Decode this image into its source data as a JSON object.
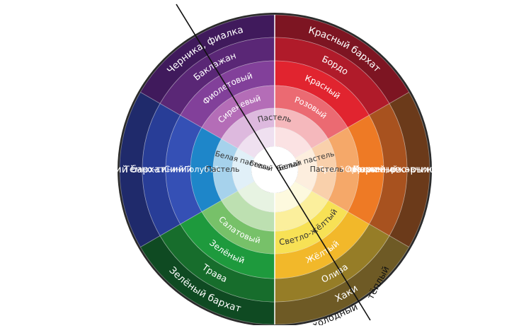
{
  "wheel": {
    "sectors": [
      {
        "id": "purple",
        "label_outer": "Черника, фиалка",
        "label_2": "Баклажан",
        "label_3": "Фиолетовый",
        "label_4": "Сиреневый",
        "colors": [
          "#401a5c",
          "#5a2776",
          "#82409a",
          "#b46db7",
          "#ddb9de",
          "#efe0f0"
        ]
      },
      {
        "id": "red",
        "label_outer": "Красный бархат",
        "label_2": "Бордо",
        "label_3": "Красный",
        "label_4": "Розовый",
        "colors": [
          "#7d1522",
          "#b01b2a",
          "#e1242f",
          "#eb6a72",
          "#f5b8bc",
          "#fbe2e3"
        ]
      },
      {
        "id": "brown",
        "label_outer": "Коричнево-рыжий кирпич",
        "label_2": "Рыжий, ржавчина",
        "label_3": "Оранжевый",
        "label_4": "Яркий персик",
        "colors": [
          "#6b3a1a",
          "#a8521f",
          "#ee7a25",
          "#f5a869",
          "#f9d0ab",
          "#fdeede"
        ]
      },
      {
        "id": "yellow",
        "label_outer": "Хаки",
        "label_2": "Олива",
        "label_3": "Жёлтый",
        "label_4": "Светло-жёлтый",
        "colors": [
          "#6e5a25",
          "#967d27",
          "#f2b82a",
          "#f7e155",
          "#fbef9c",
          "#fdf9de"
        ]
      },
      {
        "id": "green",
        "label_outer": "Зелёный бархат",
        "label_2": "Трава",
        "label_3": "Зелёный",
        "label_4": "Салатовый",
        "colors": [
          "#0f4a22",
          "#176d2c",
          "#1e9a3d",
          "#77c169",
          "#bde0b1",
          "#e7f3e2"
        ]
      },
      {
        "id": "blue",
        "label_outer": "Синий бархат",
        "label_2": "Тёмно-синий",
        "label_3": "Синий",
        "label_4": "Голубой",
        "colors": [
          "#1f2a6b",
          "#283d97",
          "#3550b5",
          "#1e86c9",
          "#a6d2ec",
          "#e1f0f8"
        ]
      }
    ],
    "pastel_left": "Пастель",
    "pastel_top": "Пастель",
    "pastel_right": "Пастель",
    "white_pastel_left": "Белая пастель",
    "white_pastel_right": "Белая пастель",
    "white_left": "Белый",
    "white_right": "Белый",
    "cold_label": "холодный",
    "warm_label": "тёплый"
  },
  "colors": {
    "border": "#2b2b2b",
    "center": "#ffffff",
    "line": "#111111"
  }
}
